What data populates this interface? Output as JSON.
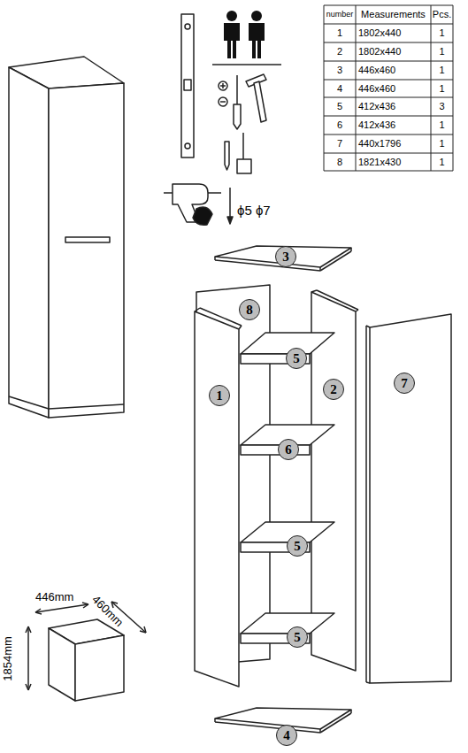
{
  "diagram": {
    "nodes": [
      {
        "text": [
          "3"
        ]
      },
      {
        "text": [
          "8"
        ]
      },
      {
        "text": [
          "5"
        ]
      },
      {
        "text": [
          "7"
        ]
      },
      {
        "text": [
          "2"
        ]
      },
      {
        "text": [
          "1"
        ]
      },
      {
        "text": [
          "6"
        ]
      },
      {
        "text": [
          "5"
        ]
      },
      {
        "text": [
          "5"
        ]
      },
      {
        "text": [
          "4"
        ]
      }
    ],
    "labels": [
      "number",
      "Measurements",
      "Pcs.",
      "1",
      "1802x440",
      "1",
      "2",
      "1802x440",
      "1",
      "3",
      "446x460",
      "1",
      "4",
      "446x460",
      "1",
      "5",
      "412x436",
      "3",
      "6",
      "412x436",
      "1",
      "7",
      "440x1796",
      "1",
      "8",
      "1821x430",
      "1",
      "ϕ5 ϕ7",
      "446mm",
      "460mm",
      "1854mm"
    ]
  }
}
